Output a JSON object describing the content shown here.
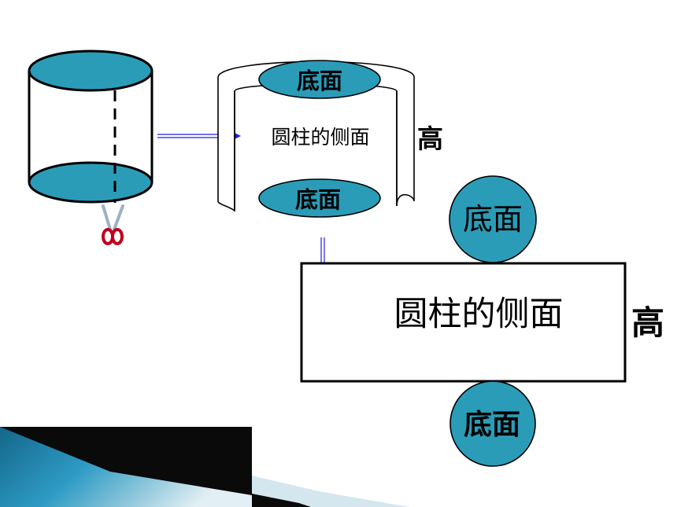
{
  "colors": {
    "face_fill": "#2B9CB8",
    "arrow": "#1E1EE6",
    "stroke": "#000000",
    "scissors_handle": "#C0001A",
    "scissors_blade": "#9FB0C8",
    "band_dark": "#0A0A0A",
    "band_blue": "#1C7FA6",
    "band_light": "#D4E7EF"
  },
  "cylinder": {
    "icon": "scissors-icon"
  },
  "curved_net": {
    "top_base_label": "底面",
    "bottom_base_label": "底面",
    "side_label": "圆柱的侧面",
    "height_label": "高"
  },
  "flat_net": {
    "top_base_label": "底面",
    "bottom_base_label": "底面",
    "side_label": "圆柱的侧面",
    "height_label": "高"
  }
}
